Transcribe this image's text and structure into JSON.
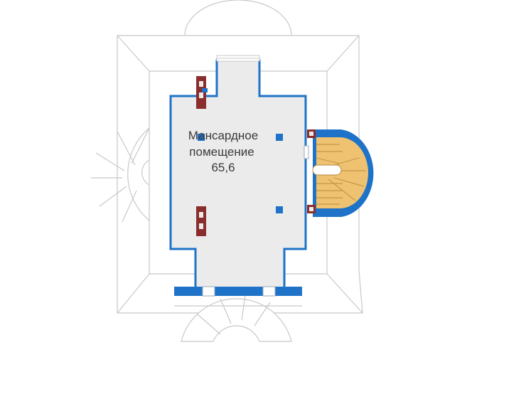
{
  "room": {
    "name_line1": "Мансардное",
    "name_line2": "помещение",
    "area": "65,6"
  },
  "colors": {
    "wall": "#1e73c8",
    "floor": "#ebebeb",
    "roof_line": "#c8c8c8",
    "stair_wood": "#eec271",
    "stair_line": "#b98a3a",
    "brick": "#8a2d2d"
  }
}
